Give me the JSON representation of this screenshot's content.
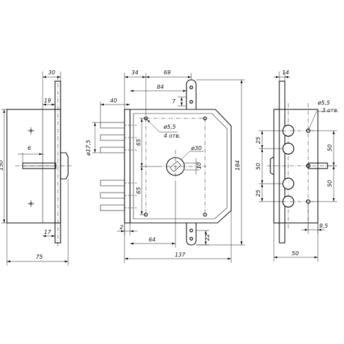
{
  "dimensions": {
    "side": {
      "top_width": "30",
      "top_inner": "19",
      "height": "150",
      "offset": "6",
      "bottom_inner": "17",
      "bottom_width": "75"
    },
    "front": {
      "top_34": "34",
      "top_69": "69",
      "top_84": "84",
      "bolt_40": "40",
      "top_7": "7",
      "hole_note_1": "ø5,5",
      "hole_note_2": "4 отв.",
      "bolt_dia": "ø17,5",
      "upper_65": "65",
      "lower_65": "65",
      "cyl_dia": "ø30",
      "cyl_10": "10",
      "height_184": "184",
      "gap_2": "2",
      "bottom_64": "64",
      "bottom_22": "22",
      "width_137": "137"
    },
    "end": {
      "top_14": "14",
      "hole_note_1": "ø5,5",
      "hole_note_2": "3 отв.",
      "left_25_top": "25",
      "left_50": "50",
      "left_25_bottom": "25",
      "right_50_top": "50",
      "right_50_bottom": "50",
      "dim_9_5": "9,5",
      "width_50": "50"
    }
  }
}
